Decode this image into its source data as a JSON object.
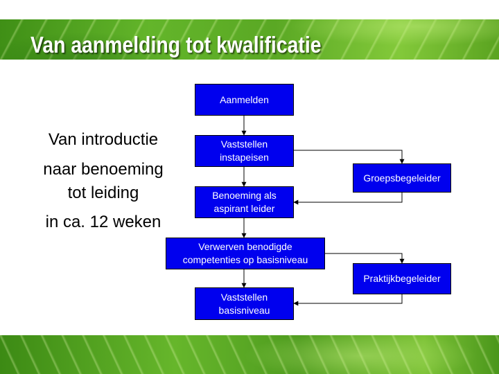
{
  "slide": {
    "title": "Van aanmelding tot kwalificatie"
  },
  "left_text": {
    "line1": "Van introductie",
    "line2a": "naar benoeming",
    "line2b": "tot leiding",
    "line3": "in ca. 12 weken"
  },
  "flow": {
    "aanmelden": "Aanmelden",
    "vaststellen_instap_1": "Vaststellen",
    "vaststellen_instap_2": "instapeisen",
    "benoeming_1": "Benoeming als",
    "benoeming_2": "aspirant leider",
    "verwerven_1": "Verwerven benodigde",
    "verwerven_2": "competenties op basisniveau",
    "vaststellen_basis_1": "Vaststellen",
    "vaststellen_basis_2": "basisniveau",
    "groepsbegeleider": "Groepsbegeleider",
    "praktijkbegeleider": "Praktijkbegeleider"
  },
  "colors": {
    "box_fill": "#0000ee",
    "box_text": "#ffffff",
    "leaf_green": "#5aa824"
  }
}
